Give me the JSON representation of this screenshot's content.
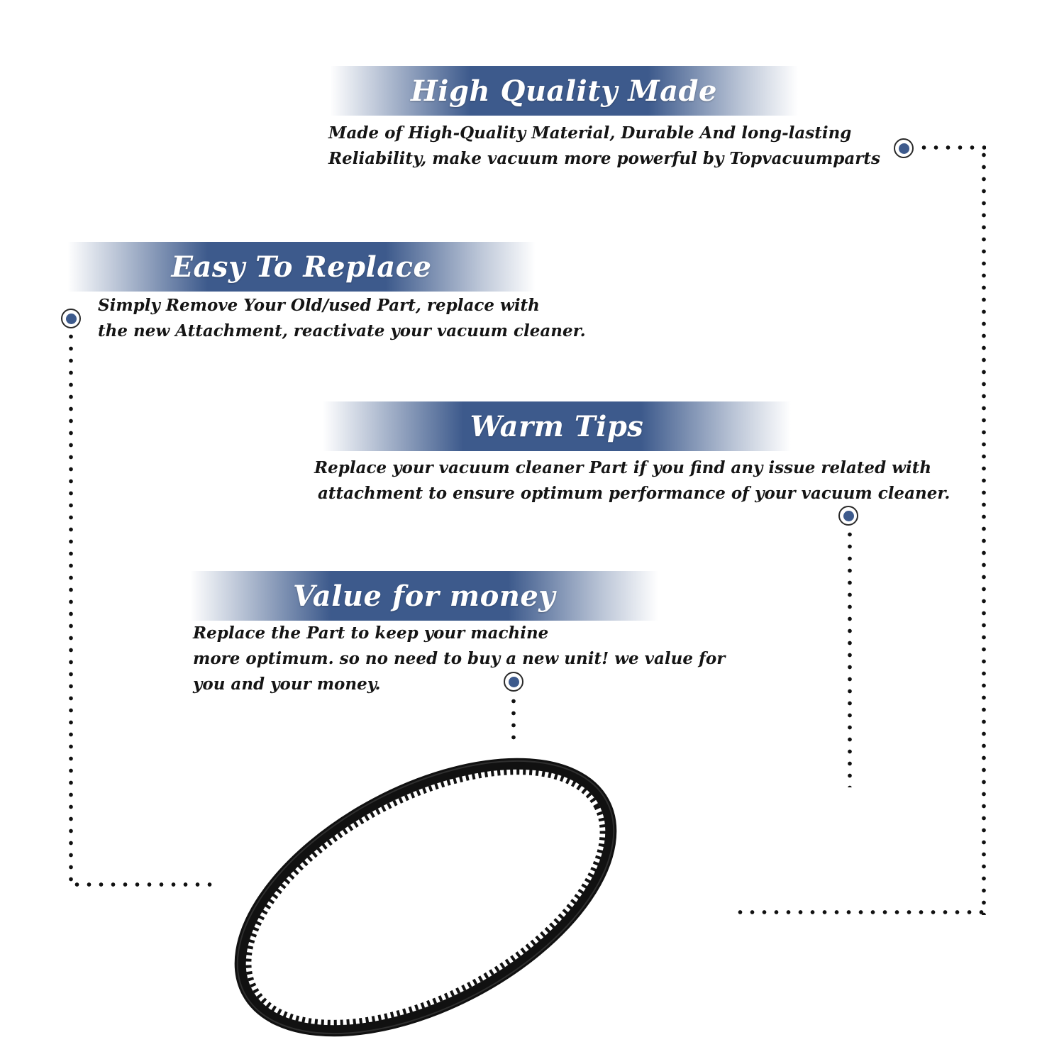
{
  "sections": {
    "quality": {
      "title": "High Quality Made",
      "line1": "Made of  High-Quality Material, Durable And long-lasting",
      "line2": "Reliability, make vacuum more powerful by Topvacuumparts"
    },
    "replace": {
      "title": "Easy To Replace",
      "line1": "Simply Remove Your Old/used Part, replace with",
      "line2": "the new Attachment, reactivate your vacuum cleaner."
    },
    "tips": {
      "title": "Warm Tips",
      "line1": "Replace your vacuum cleaner Part if you find any issue related with",
      "line2": "attachment to ensure optimum performance of your vacuum cleaner."
    },
    "value": {
      "title": "Value for money",
      "line1": "Replace the Part to keep your machine",
      "line2": "more optimum. so no need to buy a new unit! we value for",
      "line3": "you and your money."
    }
  },
  "colors": {
    "banner": "#3d5a8c",
    "marker": "#3d5a8c",
    "belt": "#111111"
  },
  "icons": {
    "marker": "target-dot-icon",
    "product": "drive-belt-image"
  }
}
